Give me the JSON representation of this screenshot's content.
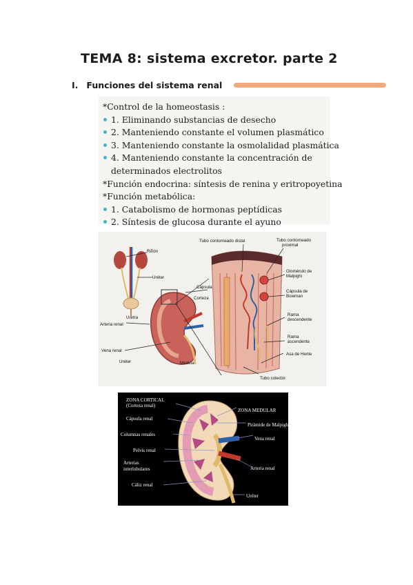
{
  "title": "TEMA 8: sistema excretor. parte 2",
  "section": {
    "number": "I.",
    "heading": "Funciones del sistema renal"
  },
  "functions": {
    "lines": [
      {
        "text": "*Control de la homeostasis :",
        "bullet": false
      },
      {
        "text": "1. Eliminando substancias de desecho",
        "bullet": true
      },
      {
        "text": "2. Manteniendo constante el volumen plasmático",
        "bullet": true
      },
      {
        "text": "3. Manteniendo constante la osmolalidad plasmática",
        "bullet": true
      },
      {
        "text": "4. Manteniendo constante la concentración de",
        "bullet": true
      },
      {
        "text": "determinados electrolitos",
        "bullet": false,
        "continuation": true
      },
      {
        "text": "*Función endocrina: síntesis de renina y eritropoyetina",
        "bullet": false
      },
      {
        "text": "*Función metabólica:",
        "bullet": false
      },
      {
        "text": "1. Catabolismo de hormonas peptídicas",
        "bullet": true
      },
      {
        "text": "2. Síntesis de glucosa durante el ayuno",
        "bullet": true
      }
    ]
  },
  "figure1": {
    "labels": {
      "rinon": "Riñón",
      "ureter_top": "Uréter",
      "uretra": "Uretra",
      "arteria_renal": "Arteria renal",
      "vena_renal": "Vena renal",
      "ureter_bottom": "Uréter",
      "medula": "Médula",
      "capsula": "Cápsula",
      "corteza": "Corteza",
      "tubo_distal": "Tubo contorneado distal",
      "tubo_proximal_1": "Tubo contorneado",
      "tubo_proximal_2": "proximal",
      "glomerulo_1": "Glomérulo de",
      "glomerulo_2": "Malpighi",
      "capsula_bowman_1": "Cápsula de",
      "capsula_bowman_2": "Bowman",
      "rama_desc_1": "Rama",
      "rama_desc_2": "descendente",
      "rama_asc_1": "Rama",
      "rama_asc_2": "ascendente",
      "asa_henle": "Asa de Henle",
      "tubo_colector": "Tubo colector"
    }
  },
  "figure2": {
    "labels": {
      "zona_cortical_1": "ZONA CORTICAL",
      "zona_cortical_2": "(Corteza renal)",
      "zona_medular": "ZONA MEDULAR",
      "capsula_renal": "Cápsula renal",
      "piramide": "Pirámide de Malpighi",
      "columnas": "Columnas renales",
      "vena_renal": "Vena renal",
      "pelvis": "Pelvis renal",
      "arterias_1": "Arterias",
      "arterias_2": "interlobulares",
      "arteria_renal": "Arteria renal",
      "caliz": "Cáliz renal",
      "ureter": "Uréter"
    }
  }
}
